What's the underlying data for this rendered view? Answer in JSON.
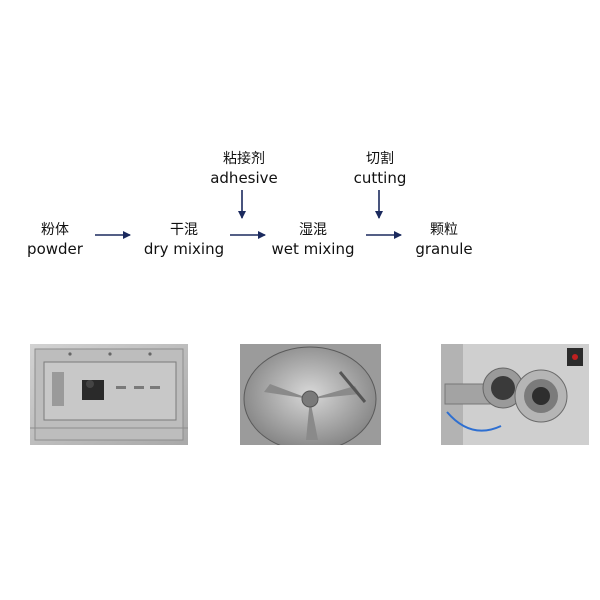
{
  "steps": [
    {
      "zh": "粉体",
      "en": "powder"
    },
    {
      "zh": "干混",
      "en": "dry mixing"
    },
    {
      "zh": "湿混",
      "en": "wet mixing"
    },
    {
      "zh": "颗粒",
      "en": "granule"
    }
  ],
  "inputs": [
    {
      "zh": "粘接剂",
      "en": "adhesive"
    },
    {
      "zh": "切割",
      "en": "cutting"
    }
  ],
  "colors": {
    "arrow": "#1b2a5e",
    "steel": "#b9b9b9",
    "steel_dark": "#7d7d7d"
  }
}
